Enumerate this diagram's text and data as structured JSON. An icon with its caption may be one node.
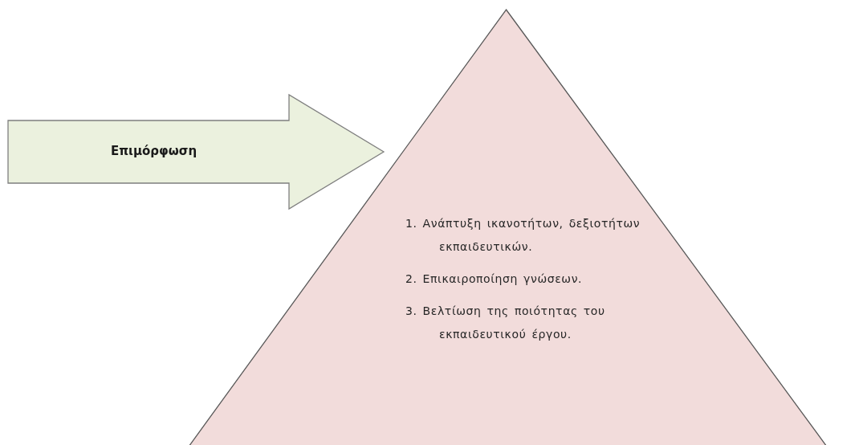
{
  "diagram": {
    "nodes": [
      {
        "text": [
          "Επιμόρφωση"
        ]
      },
      {
        "text": [
          "1. Ανάπτυξη ικανοτήτων, δεξιοτήτων εκπαιδευτικών.",
          "2. Επικαιροποίηση γνώσεων.",
          "3. Βελτίωση της ποιότητας του εκπαιδευτικού έργου."
        ]
      }
    ]
  }
}
